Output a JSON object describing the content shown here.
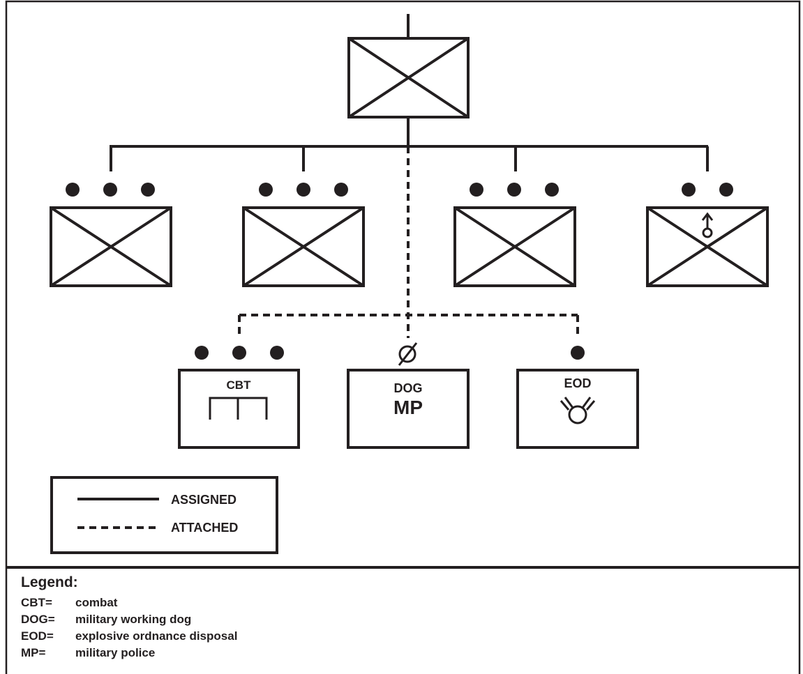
{
  "units": {
    "cbt": {
      "code": "CBT",
      "size": "●●●"
    },
    "dog": {
      "line1": "DOG",
      "line2": "MP",
      "size": "Ø"
    },
    "eod": {
      "code": "EOD",
      "size": "●"
    }
  },
  "line_key": {
    "assigned": "ASSIGNED",
    "attached": "ATTACHED"
  },
  "legend": {
    "title": "Legend:",
    "items": [
      {
        "term": "CBT=",
        "definition": "combat"
      },
      {
        "term": "DOG=",
        "definition": "military working dog"
      },
      {
        "term": "EOD=",
        "definition": "explosive ordnance disposal"
      },
      {
        "term": "MP=",
        "definition": "military police"
      }
    ]
  },
  "colors": {
    "ink": "#231f20",
    "background": "#ffffff"
  }
}
